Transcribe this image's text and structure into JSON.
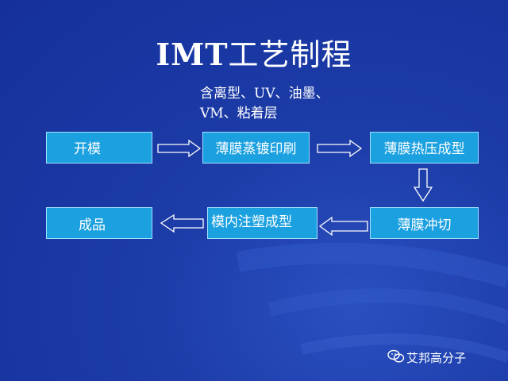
{
  "title": {
    "latin": "IMT",
    "cjk": "工艺制程"
  },
  "note": {
    "line1": "含离型、UV、油墨、",
    "line2": "VM、粘着层"
  },
  "steps": [
    "开模",
    "薄膜蒸镀印刷",
    "薄膜热压成型",
    "薄膜冲切",
    "模内注塑成型",
    "成品"
  ],
  "watermark": {
    "text": "艾邦高分子",
    "icon": "wechat-icon"
  },
  "colors": {
    "background": "#15309a",
    "box_fill": "#1ba0e0",
    "box_border": "#9fe0ff",
    "text": "#ffffff"
  }
}
